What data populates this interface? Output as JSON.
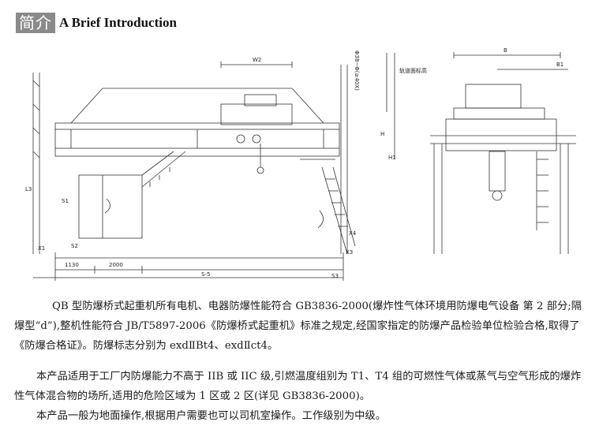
{
  "header": {
    "badge": "简介",
    "title": "A Brief Introduction"
  },
  "drawing": {
    "labels": {
      "w2": "W2",
      "l3": "L3",
      "s1": "S1",
      "s2": "S2",
      "s3": "S3",
      "x1": "X1",
      "x3": "X3",
      "x4": "X4",
      "b": "B",
      "b1": "B1",
      "h": "H",
      "h1": "H1",
      "dim_1130": "1130",
      "dim_2000": "2000",
      "span": "S-5",
      "elev_label": "轨道面标高",
      "rail_note": "Φ38~Φ(≥40X)"
    }
  },
  "body": {
    "p1": "QB 型防爆桥式起重机所有电机、电器防爆性能符合 GB3836-2000(爆炸性气体环境用防爆电气设备 第 2 部分;隔爆型“d”),整机性能符合 JB/T5897-2006《防爆桥式起重机》标准之规定,经国家指定的防爆产品检验单位检验合格,取得了《防爆合格证》。防爆标志分别为 exdⅡBt4、exdⅡct4。",
    "p2": "本产品适用于工厂内防爆能力不高于 IIB 或 IIC 级,引燃温度组别为 T1、T4 组的可燃性气体或蒸气与空气形成的爆炸性气体混合物的场所,适用的危险区域为 1 区或 2 区(详见 GB3836-2000)。",
    "p3": "本产品一般为地面操作,根据用户需要也可以司机室操作。工作级别为中级。"
  }
}
